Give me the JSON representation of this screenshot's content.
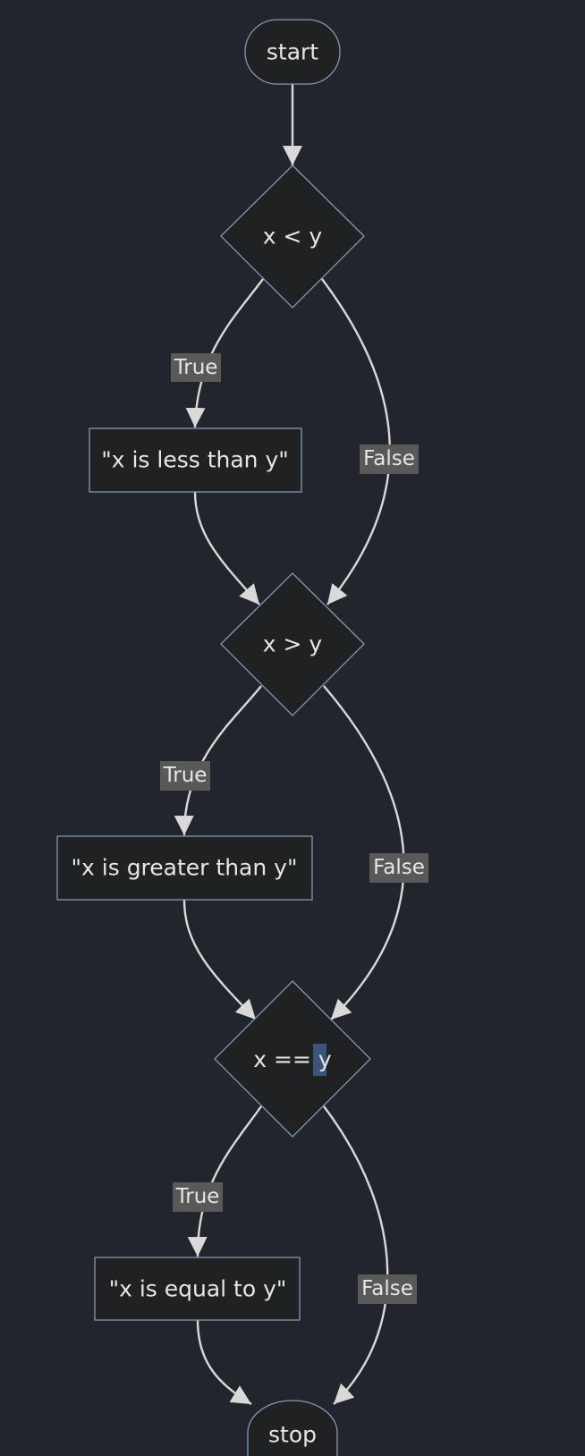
{
  "nodes": {
    "start": "start",
    "cond_less": "x < y",
    "less_msg": "\"x is less than y\"",
    "cond_greater": "x > y",
    "greater_msg": "\"x is greater than y\"",
    "cond_equal_prefix": "x == ",
    "cond_equal_selected": "y",
    "equal_msg": "\"x is equal to y\"",
    "stop": "stop"
  },
  "edge_labels": {
    "less_true": "True",
    "less_false": "False",
    "greater_true": "True",
    "greater_false": "False",
    "equal_true": "True",
    "equal_false": "False"
  },
  "colors": {
    "background": "#22252b",
    "node_fill": "#202122",
    "node_stroke": "#7f9ab5",
    "edge": "#d9d9d9",
    "label_bg": "#595959",
    "selection": "#3c5478"
  }
}
